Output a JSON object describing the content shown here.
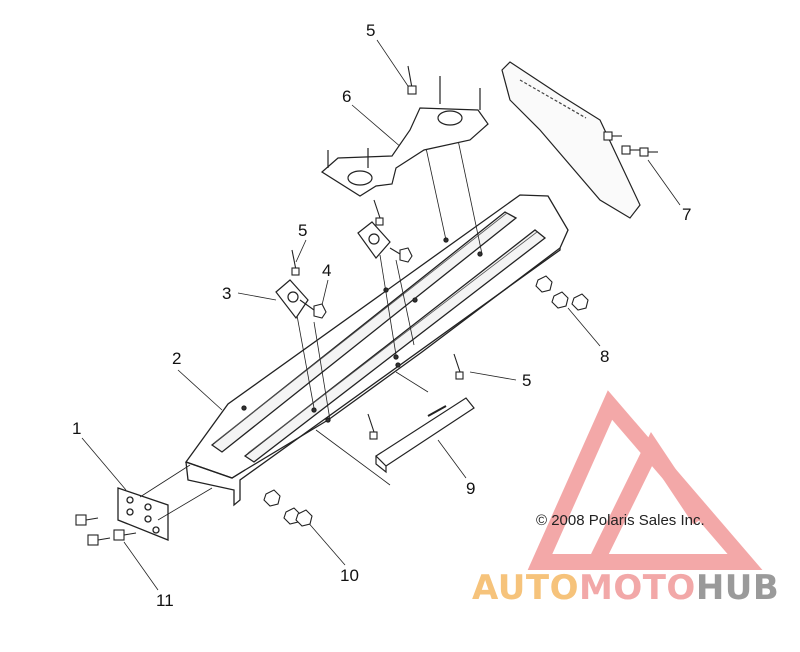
{
  "diagram": {
    "callouts": [
      {
        "id": "1",
        "label": "1"
      },
      {
        "id": "2",
        "label": "2"
      },
      {
        "id": "3",
        "label": "3"
      },
      {
        "id": "4",
        "label": "4"
      },
      {
        "id": "5a",
        "label": "5"
      },
      {
        "id": "5b",
        "label": "5"
      },
      {
        "id": "5c",
        "label": "5"
      },
      {
        "id": "6",
        "label": "6"
      },
      {
        "id": "7",
        "label": "7"
      },
      {
        "id": "8",
        "label": "8"
      },
      {
        "id": "9",
        "label": "9"
      },
      {
        "id": "10",
        "label": "10"
      },
      {
        "id": "11",
        "label": "11"
      }
    ],
    "copyright": "© 2008 Polaris Sales Inc."
  },
  "watermark": {
    "part1": "AUTO",
    "part2": "MOTO",
    "part3": "HUB",
    "colors": {
      "triangle": "#ee7f7f",
      "auto": "#f6c37b",
      "moto": "#f2a8a8",
      "hub": "#9a9a9a"
    }
  }
}
